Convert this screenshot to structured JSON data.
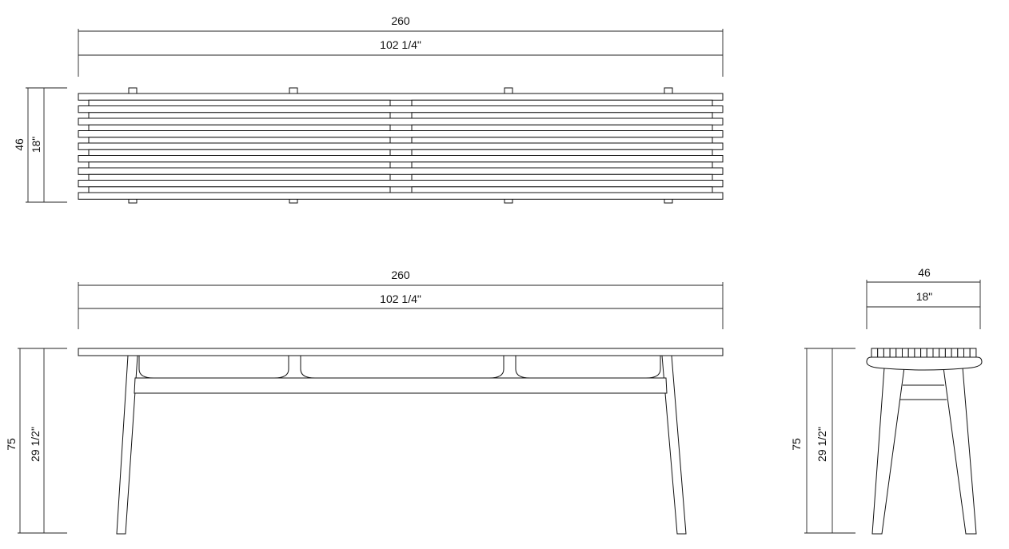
{
  "top_view": {
    "width_cm": "260",
    "width_in": "102 1/4\"",
    "depth_cm": "46",
    "depth_in": "18\""
  },
  "front_view": {
    "width_cm": "260",
    "width_in": "102 1/4\"",
    "height_cm": "75",
    "height_in": "29 1/2\""
  },
  "side_view": {
    "depth_cm": "46",
    "depth_in": "18\"",
    "height_cm": "75",
    "height_in": "29 1/2\""
  },
  "colors": {
    "line": "#111111",
    "background": "#ffffff"
  }
}
